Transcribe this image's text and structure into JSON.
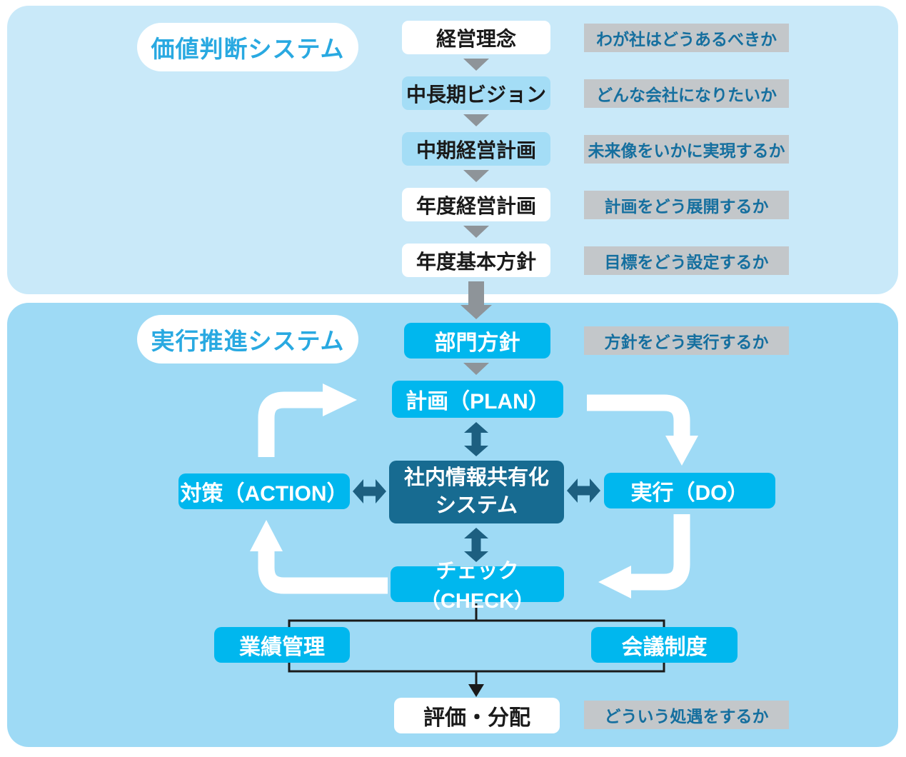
{
  "diagram": {
    "value_system": {
      "title": "価値判断システム",
      "steps": [
        {
          "label": "経営理念",
          "variant": "white",
          "note": "わが社はどうあるべきか"
        },
        {
          "label": "中長期ビジョン",
          "variant": "blue",
          "note": "どんな会社になりたいか"
        },
        {
          "label": "中期経営計画",
          "variant": "blue",
          "note": "未来像をいかに実現するか"
        },
        {
          "label": "年度経営計画",
          "variant": "white",
          "note": "計画をどう展開するか"
        },
        {
          "label": "年度基本方針",
          "variant": "white",
          "note": "目標をどう設定するか"
        }
      ]
    },
    "execution_system": {
      "title": "実行推進システム",
      "department_policy": "部門方針",
      "department_policy_note": "方針をどう実行するか",
      "pdca": {
        "plan": "計画（PLAN）",
        "do": "実行（DO）",
        "check": "チェック（CHECK）",
        "action": "対策（ACTION）",
        "hub_line1": "社内情報共有化",
        "hub_line2": "システム"
      },
      "check_children": [
        "業績管理",
        "会議制度"
      ],
      "evaluation": "評価・分配",
      "evaluation_note": "どういう処遇をするか"
    }
  },
  "colors": {
    "panel_top": "#C9E9F9",
    "panel_bottom": "#9EDAF5",
    "cyan_box": "#00B7EE",
    "light_step_box": "#A4DDF6",
    "hub_box": "#176B91",
    "double_arrow": "#1D5F80",
    "note_bg": "#C3C7CA",
    "note_text": "#156F9F",
    "gray_arrow": "#8E9499",
    "title_text": "#29A9E1",
    "dark_text": "#1A1A1A",
    "connector_line": "#1A1A1A"
  }
}
